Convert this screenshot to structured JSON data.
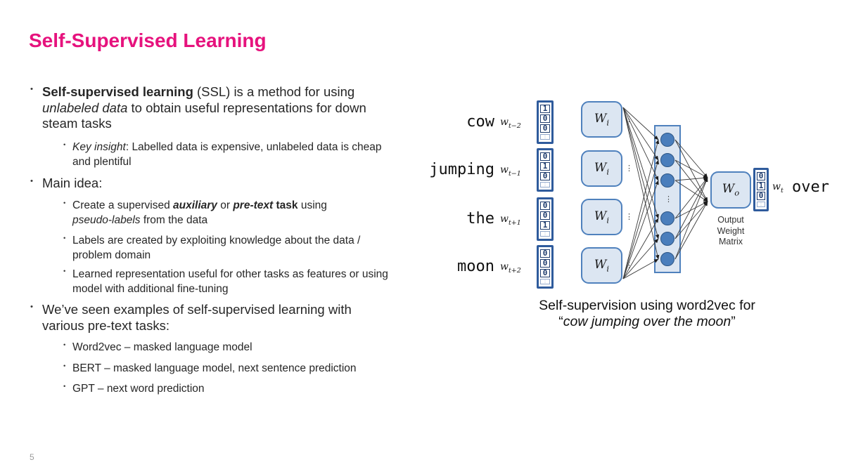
{
  "title": "Self-Supervised Learning",
  "page_number": "5",
  "colors": {
    "accent": "#e6127d",
    "box_fill": "#dce6f2",
    "box_border": "#4f81bd",
    "node_fill": "#4a7ebc",
    "vector_frame": "#2f5b9c",
    "vector_digit": "#1f3c6e"
  },
  "glyphs": {
    "bullet": "•",
    "vdots": "⋮"
  },
  "bullets": {
    "b1": {
      "runs": {
        "r0": "Self-supervised learning",
        "r1": " (SSL) is a method for using ",
        "r2": "unlabeled data",
        "r3": " to obtain useful representations for down steam tasks"
      }
    },
    "b1s1": {
      "runs": {
        "r0": "Key insight",
        "r1": ": Labelled data is expensive, unlabeled data is cheap and plentiful"
      }
    },
    "b2": {
      "text": "Main idea:"
    },
    "b2s1": {
      "runs": {
        "r0": "Create a supervised ",
        "r1": "auxiliary",
        "r2": " or ",
        "r3": "pre-text",
        "r4": " task",
        "r5": " using ",
        "r6": "pseudo-labels",
        "r7": " from the data"
      }
    },
    "b2s2": {
      "text": "Labels are created by exploiting knowledge about the data / problem domain"
    },
    "b2s3": {
      "text": "Learned representation useful for other tasks as features or using model with additional fine-tuning"
    },
    "b3": {
      "text": "We’ve seen examples of self-supervised learning with various pre-text tasks:"
    },
    "b3s1": {
      "text": "Word2vec – masked language model"
    },
    "b3s2": {
      "text": "BERT – masked language model, next sentence prediction"
    },
    "b3s3": {
      "text": "GPT – next word prediction"
    }
  },
  "diagram": {
    "inputs": [
      {
        "word": "cow",
        "var": "w",
        "sub": "t−2",
        "cells": [
          "1",
          "0",
          "0"
        ]
      },
      {
        "word": "jumping",
        "var": "w",
        "sub": "t−1",
        "cells": [
          "0",
          "1",
          "0"
        ]
      },
      {
        "word": "the",
        "var": "w",
        "sub": "t+1",
        "cells": [
          "0",
          "0",
          "1"
        ]
      },
      {
        "word": "moon",
        "var": "w",
        "sub": "t+2",
        "cells": [
          "0",
          "0",
          "0"
        ]
      }
    ],
    "wi": {
      "base": "W",
      "sub": "i"
    },
    "wo": {
      "base": "W",
      "sub": "o"
    },
    "wo_caption": {
      "l1": "Output",
      "l2": "Weight",
      "l3": "Matrix"
    },
    "output": {
      "var": "w",
      "sub": "t",
      "word": "over",
      "cells": [
        "0",
        "1",
        "0"
      ]
    },
    "caption": {
      "line1": "Self-supervision using word2vec for",
      "quote_open": "“",
      "line2_italic": "cow jumping over the moon",
      "quote_close": "”"
    }
  }
}
